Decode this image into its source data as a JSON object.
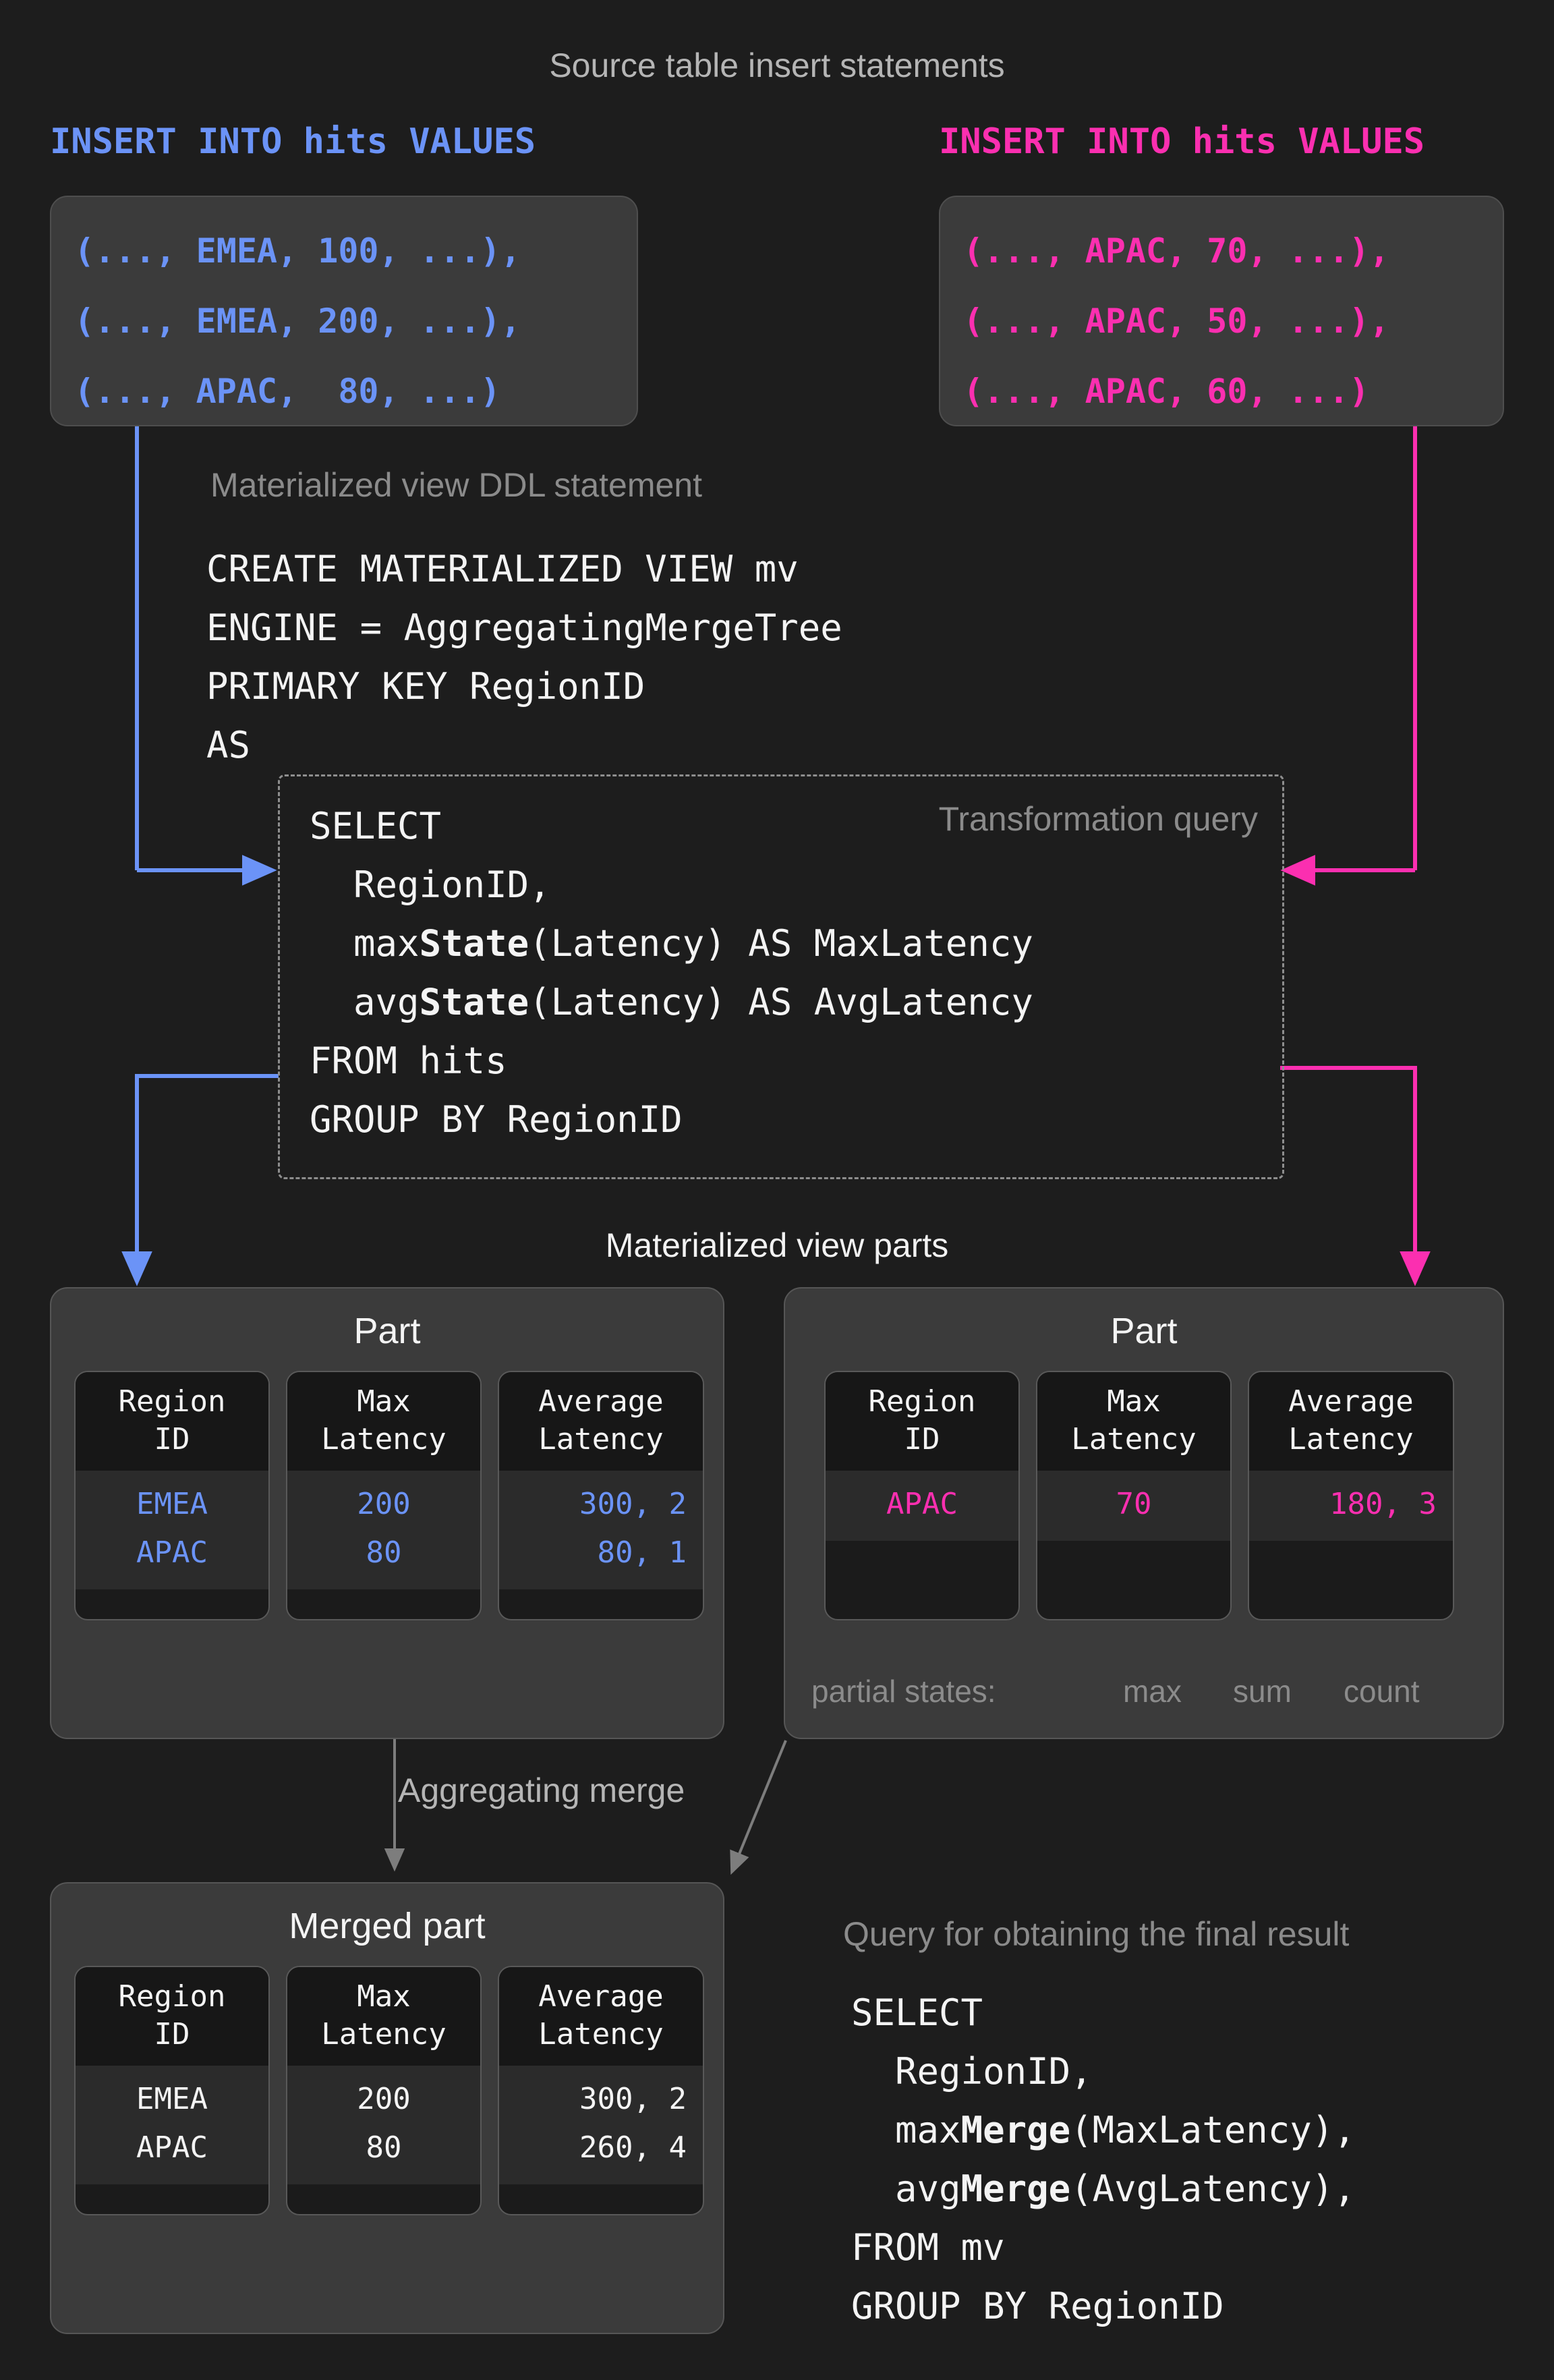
{
  "theme": {
    "background": "#1d1d1d",
    "blue": "#6b93f7",
    "pink": "#fb2fb0",
    "grey_text": "#8b8b8b",
    "white_text": "#f4f4f4",
    "box_fill": "#3b3b3b",
    "col_head_fill": "#171717",
    "col_body_fill": "#2b2b2b"
  },
  "titles": {
    "source_inserts": "Source table insert statements",
    "mv_ddl": "Materialized view DDL statement",
    "transformation_query": "Transformation query",
    "mv_parts": "Materialized view parts",
    "aggregating_merge": "Aggregating merge",
    "final_query": "Query for obtaining the final result"
  },
  "inserts": {
    "left": {
      "header": "INSERT INTO hits VALUES",
      "color": "#6b93f7",
      "rows": [
        "(..., EMEA, 100, ...),",
        "(..., EMEA, 200, ...),",
        "(..., APAC,  80, ...)"
      ]
    },
    "right": {
      "header": "INSERT INTO hits VALUES",
      "color": "#fb2fb0",
      "rows": [
        "(..., APAC, 70, ...),",
        "(..., APAC, 50, ...),",
        "(..., APAC, 60, ...)"
      ]
    }
  },
  "ddl": {
    "lines": [
      "CREATE MATERIALIZED VIEW mv",
      "ENGINE = AggregatingMergeTree",
      "PRIMARY KEY RegionID",
      "AS"
    ]
  },
  "query": {
    "lines": [
      {
        "pre": "SELECT",
        "bold": "",
        "post": ""
      },
      {
        "pre": "  RegionID,",
        "bold": "",
        "post": ""
      },
      {
        "pre": "  max",
        "bold": "State",
        "post": "(Latency) AS MaxLatency"
      },
      {
        "pre": "  avg",
        "bold": "State",
        "post": "(Latency) AS AvgLatency"
      },
      {
        "pre": "FROM hits",
        "bold": "",
        "post": ""
      },
      {
        "pre": "GROUP BY RegionID",
        "bold": "",
        "post": ""
      }
    ]
  },
  "parts": {
    "columns": [
      "Region\nID",
      "Max\nLatency",
      "Average\nLatency"
    ],
    "left": {
      "title": "Part",
      "value_color": "#6b93f7",
      "rows": [
        [
          "EMEA",
          "200",
          "300, 2"
        ],
        [
          "APAC",
          "80",
          "80, 1"
        ]
      ]
    },
    "right": {
      "title": "Part",
      "value_color": "#fb2fb0",
      "rows": [
        [
          "APAC",
          "70",
          "180, 3"
        ]
      ],
      "partial_states": {
        "label": "partial states:",
        "annotations": [
          "max",
          "sum",
          "count"
        ]
      }
    },
    "merged": {
      "title": "Merged part",
      "value_color": "#f4f4f4",
      "rows": [
        [
          "EMEA",
          "200",
          "300, 2"
        ],
        [
          "APAC",
          "80",
          "260, 4"
        ]
      ]
    }
  },
  "final_query": {
    "lines": [
      {
        "pre": "SELECT",
        "bold": "",
        "post": ""
      },
      {
        "pre": "  RegionID,",
        "bold": "",
        "post": ""
      },
      {
        "pre": "  max",
        "bold": "Merge",
        "post": "(MaxLatency),"
      },
      {
        "pre": "  avg",
        "bold": "Merge",
        "post": "(AvgLatency),"
      },
      {
        "pre": "FROM mv",
        "bold": "",
        "post": ""
      },
      {
        "pre": "GROUP BY RegionID",
        "bold": "",
        "post": ""
      }
    ]
  }
}
